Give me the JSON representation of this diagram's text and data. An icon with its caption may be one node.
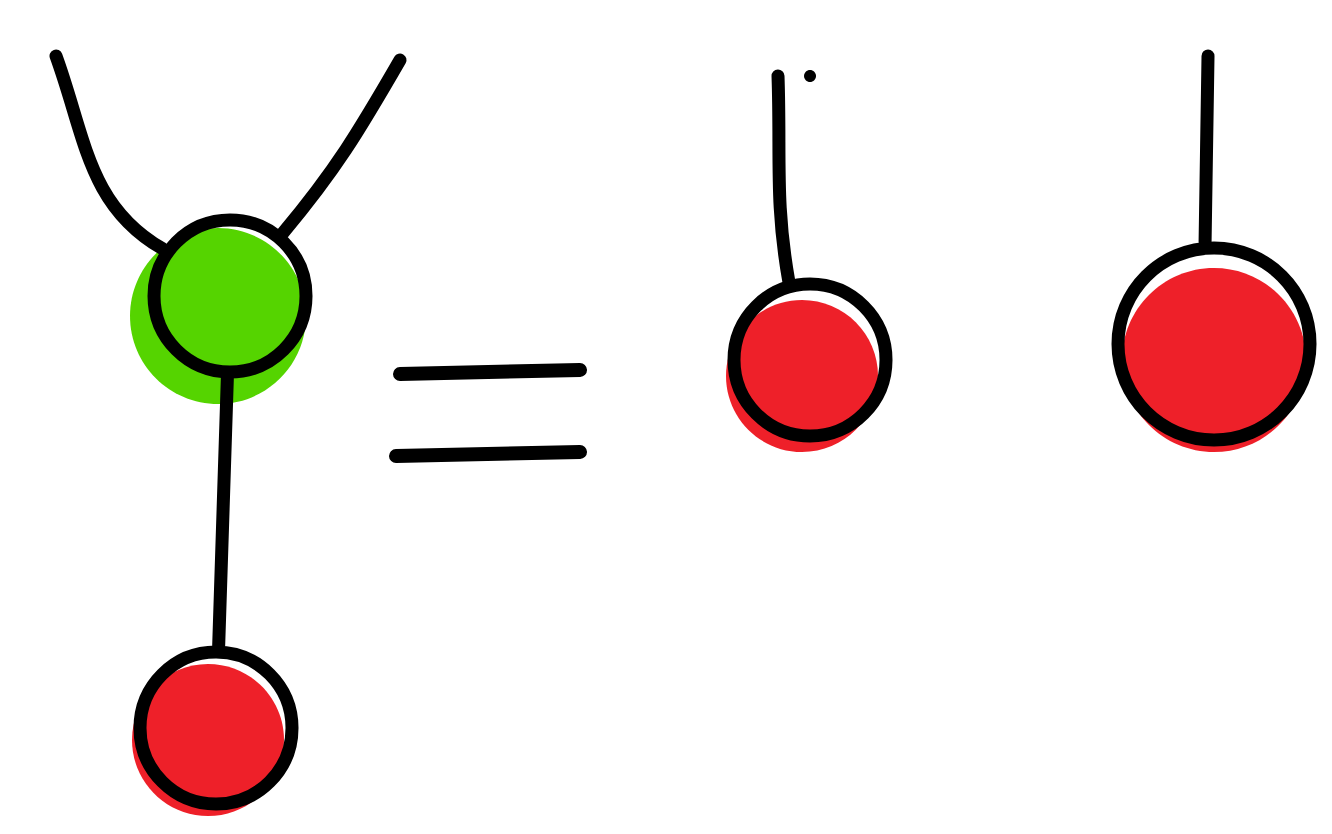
{
  "diagram": {
    "nodes": [
      {
        "text": [],
        "shape": "circle"
      },
      {
        "text": [],
        "shape": "circle"
      },
      {
        "text": [],
        "shape": "circle"
      },
      {
        "text": [],
        "shape": "circle"
      }
    ],
    "edges": [
      {
        "from": 0,
        "to": 1,
        "arrow": "none"
      },
      {
        "from": null,
        "to": 0,
        "arrow": "none"
      },
      {
        "from": null,
        "to": 0,
        "arrow": "none"
      },
      {
        "from": null,
        "to": 2,
        "arrow": "none"
      },
      {
        "from": null,
        "to": 3,
        "arrow": "none"
      }
    ]
  }
}
